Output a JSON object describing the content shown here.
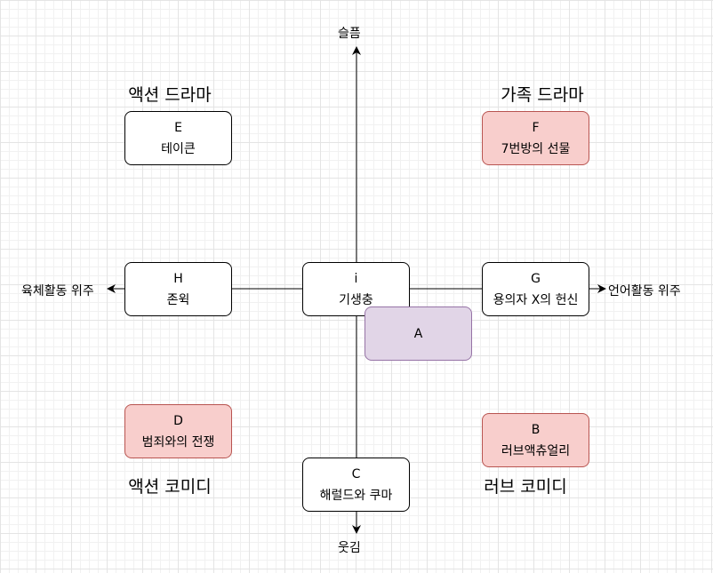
{
  "axes": {
    "top": "슬픔",
    "bottom": "웃김",
    "left": "육체활동 위주",
    "right": "언어활동 위주"
  },
  "quadrants": {
    "top_left": "액션 드라마",
    "top_right": "가족 드라마",
    "bottom_left": "액션 코미디",
    "bottom_right": "러브 코미디"
  },
  "nodes": {
    "E": {
      "letter": "E",
      "title": "테이큰"
    },
    "F": {
      "letter": "F",
      "title": "7번방의 선물"
    },
    "H": {
      "letter": "H",
      "title": "존윅"
    },
    "i": {
      "letter": "i",
      "title": "기생충"
    },
    "G": {
      "letter": "G",
      "title": "용의자 X의 헌신"
    },
    "A": {
      "letter": "A"
    },
    "D": {
      "letter": "D",
      "title": "범죄와의 전쟁"
    },
    "B": {
      "letter": "B",
      "title": "러브액츄얼리"
    },
    "C": {
      "letter": "C",
      "title": "해럴드와 쿠마"
    }
  },
  "colors": {
    "pink_fill": "#f8cecc",
    "pink_stroke": "#b85450",
    "purple_fill": "#e1d5e7",
    "purple_stroke": "#9673a6"
  }
}
